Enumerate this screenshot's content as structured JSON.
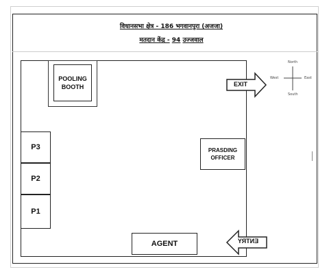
{
  "header": {
    "title": "विधानसभा क्षेत्र - 186 भगवानपुरा (अजजा)",
    "subtitle_prefix": "मतदान केंद्र -",
    "subtitle_number": "94",
    "subtitle_place": "उज्जवाल"
  },
  "layout": {
    "booth_label_line1": "POOLING",
    "booth_label_line2": "BOOTH",
    "p3": "P3",
    "p2": "P2",
    "p1": "P1",
    "officer_line1": "PRASDING",
    "officer_line2": "OFFICER",
    "agent": "AGENT",
    "exit": "EXIT",
    "entry": "ENTRY"
  },
  "compass": {
    "north": "North",
    "south": "South",
    "east": "East",
    "west": "West"
  }
}
